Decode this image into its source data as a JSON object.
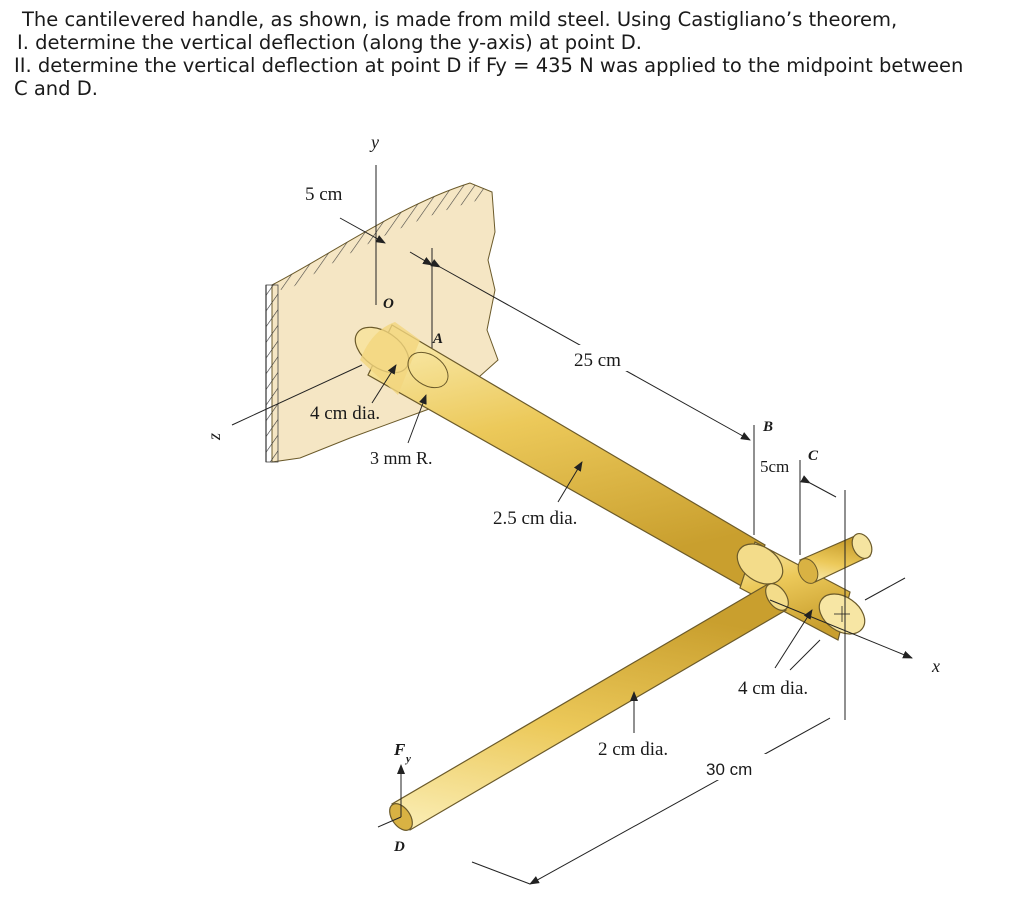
{
  "problem": {
    "line1": "The cantilevered handle, as shown, is made from mild steel. Using Castigliano’s theorem,",
    "line2": "I. determine the vertical deflection (along the y-axis) at point D.",
    "line3": "II. determine the vertical deflection at point D if Fy = 435 N was applied to the midpoint between",
    "line4": "C and D."
  },
  "diagram": {
    "axis_y": "y",
    "axis_z": "z",
    "axis_x": "x",
    "dim_5cm_top": "5 cm",
    "point_O": "O",
    "point_A": "A",
    "point_B": "B",
    "point_C": "C",
    "point_D": "D",
    "dim_25cm": "25 cm",
    "dim_4cm_dia_left": "4 cm dia.",
    "dim_3mm_r": "3 mm  R.",
    "dim_2_5cm_dia": "2.5 cm dia.",
    "dim_5cm_bc": "5cm",
    "dim_4cm_dia_right": "4 cm dia.",
    "dim_2cm_dia": "2 cm dia.",
    "dim_30cm": "30 cm",
    "force_F": "F",
    "force_sub": "y"
  },
  "colors": {
    "wall": "#f5e6c4",
    "rod_light": "#f3dc8a",
    "rod_mid": "#e7c24a",
    "rod_dark": "#c9a233",
    "text": "#1a1a1a"
  }
}
